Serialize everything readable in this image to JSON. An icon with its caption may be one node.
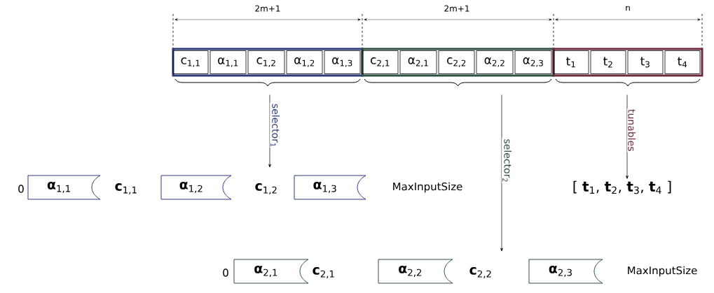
{
  "diagram": {
    "nodes": [
      {
        "text": [],
        "shape": "box"
      },
      {
        "text": [
          "c$_{1,1}$"
        ],
        "in": 0
      },
      {
        "text": [
          "α$_{1,1}$"
        ],
        "in": 0
      },
      {
        "text": [
          "c$_{1,2}$"
        ],
        "in": 0
      },
      {
        "text": [
          "α$_{1,2}$"
        ],
        "in": 0
      },
      {
        "text": [
          "α$_{1,3}$"
        ],
        "in": 0
      },
      {
        "text": [],
        "shape": "box"
      },
      {
        "text": [
          "c$_{2,1}$"
        ],
        "in": 6
      },
      {
        "text": [
          "α$_{2,1}$"
        ],
        "in": 6
      },
      {
        "text": [
          "c$_{2,2}$"
        ],
        "in": 6
      },
      {
        "text": [
          "α$_{2,2}$"
        ],
        "in": 6
      },
      {
        "text": [
          "α$_{2,3}$"
        ],
        "in": 6
      },
      {
        "text": [],
        "shape": "box"
      },
      {
        "text": [
          "t$_{1}$"
        ],
        "in": 12
      },
      {
        "text": [
          "t$_{2}$"
        ],
        "in": 12
      },
      {
        "text": [
          "t$_{3}$"
        ],
        "in": 12
      },
      {
        "text": [
          "t$_{4}$"
        ],
        "in": 12
      },
      {
        "text": [
          "**α**$_{1,1}$"
        ]
      },
      {
        "text": [
          "**α**$_{1,2}$"
        ]
      },
      {
        "text": [
          "**α**$_{1,3}$"
        ]
      },
      {
        "text": [
          "[ **t**$_{1}$, **t**$_{2}$, **t**$_{3}$, **t**$_{4}$ ]"
        ]
      },
      {
        "text": [
          "**α**$_{2,1}$"
        ]
      },
      {
        "text": [
          "**α**$_{2,2}$"
        ]
      },
      {
        "text": [
          "**α**$_{2,3}$"
        ]
      }
    ],
    "edges": [
      {
        "from": 0,
        "to": null,
        "arrow": "to",
        "label": "selector$_{1}$"
      },
      {
        "from": 6,
        "to": null,
        "arrow": "to",
        "label": "selector$_{2}$"
      },
      {
        "from": 12,
        "to": 20,
        "arrow": "to",
        "label": "tunables"
      }
    ],
    "labels": [
      "2m+1",
      "2m+1",
      "n",
      "0",
      "**c**$_{1,1}$",
      "**c**$_{1,2}$",
      "MaxInputSize",
      "0",
      "**c**$_{2,1}$",
      "**c**$_{2,2}$",
      "MaxInputSize"
    ]
  }
}
